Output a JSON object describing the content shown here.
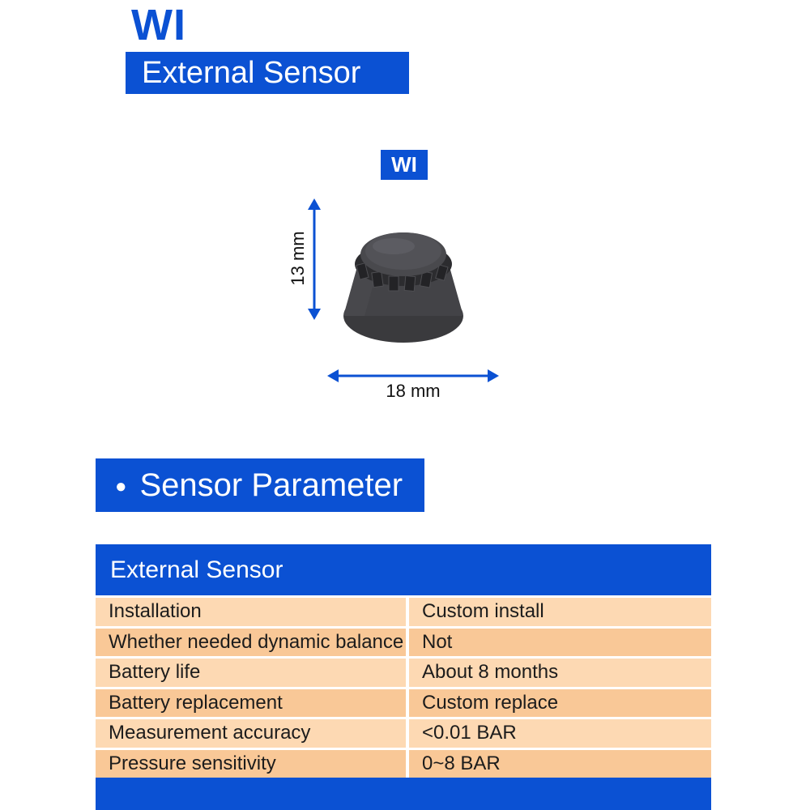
{
  "colors": {
    "accent_blue": "#0b51d3",
    "row_light": "#fdd9b3",
    "row_dark": "#f9c897"
  },
  "header": {
    "brand": "WI",
    "banner": "External Sensor"
  },
  "product": {
    "badge": "WI",
    "height_label": "13 mm",
    "width_label": "18 mm"
  },
  "section": {
    "bullet": "●",
    "title": "Sensor Parameter"
  },
  "table": {
    "header": "External Sensor",
    "rows": [
      {
        "label": "Installation",
        "value": "Custom install"
      },
      {
        "label": "Whether needed dynamic balance",
        "value": "Not"
      },
      {
        "label": "Battery life",
        "value": "About 8 months"
      },
      {
        "label": "Battery replacement",
        "value": "Custom replace"
      },
      {
        "label": "Measurement accuracy",
        "value": "<0.01 BAR"
      },
      {
        "label": "Pressure sensitivity",
        "value": "0~8 BAR"
      }
    ]
  }
}
